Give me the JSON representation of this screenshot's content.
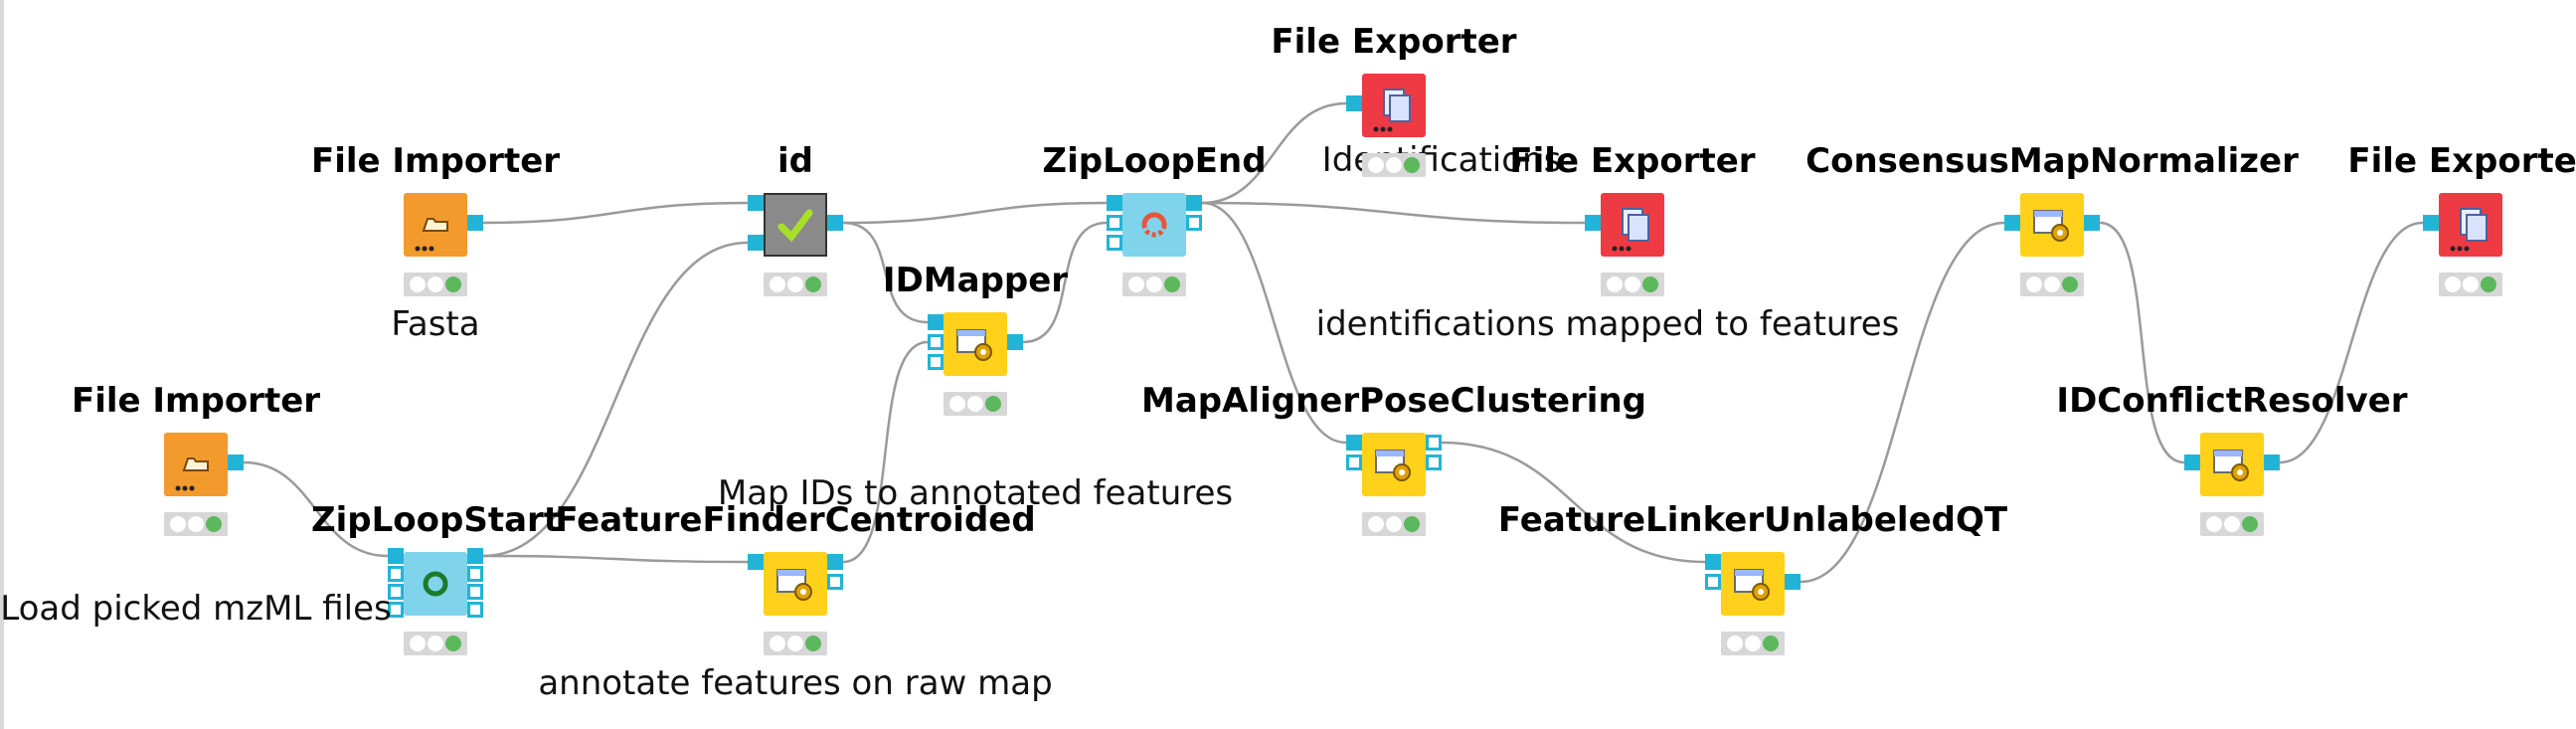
{
  "workflow": {
    "nodes": [
      {
        "id": "fi1",
        "title": "File Importer",
        "annotation": "Fasta",
        "icon": "file-importer-icon",
        "color": "#f39a2d"
      },
      {
        "id": "fi2",
        "title": "File Importer",
        "annotation": "Load picked mzML files",
        "icon": "file-importer-icon",
        "color": "#f39a2d"
      },
      {
        "id": "id",
        "title": "id",
        "annotation": "",
        "icon": "checkmark-icon",
        "color": "#8a8a8a"
      },
      {
        "id": "zle",
        "title": "ZipLoopEnd",
        "annotation": "",
        "icon": "loop-end-icon",
        "color": "#7fd4ec"
      },
      {
        "id": "zls",
        "title": "ZipLoopStart",
        "annotation": "",
        "icon": "loop-start-icon",
        "color": "#7fd4ec"
      },
      {
        "id": "idm",
        "title": "IDMapper",
        "annotation": "Map IDs to annotated features",
        "icon": "gear-window-icon",
        "color": "#ffd11a"
      },
      {
        "id": "ffc",
        "title": "FeatureFinderCentroided",
        "annotation": "annotate features on raw map",
        "icon": "gear-window-icon",
        "color": "#ffd11a"
      },
      {
        "id": "fe1",
        "title": "File Exporter",
        "annotation": "Identifications",
        "icon": "file-exporter-icon",
        "color": "#ee3b43"
      },
      {
        "id": "fe2",
        "title": "File Exporter",
        "annotation": "identifications mapped to features",
        "icon": "file-exporter-icon",
        "color": "#ee3b43"
      },
      {
        "id": "mapc",
        "title": "MapAlignerPoseClustering",
        "annotation": "",
        "icon": "gear-window-icon",
        "color": "#ffd11a"
      },
      {
        "id": "flq",
        "title": "FeatureLinkerUnlabeledQT",
        "annotation": "",
        "icon": "gear-window-icon",
        "color": "#ffd11a"
      },
      {
        "id": "cmn",
        "title": "ConsensusMapNormalizer",
        "annotation": "",
        "icon": "gear-window-icon",
        "color": "#ffd11a"
      },
      {
        "id": "icr",
        "title": "IDConflictResolver",
        "annotation": "",
        "icon": "gear-window-icon",
        "color": "#ffd11a"
      },
      {
        "id": "fe3",
        "title": "File Exporter",
        "annotation": "",
        "icon": "file-exporter-icon",
        "color": "#ee3b43"
      }
    ],
    "colors": {
      "port": "#22b4d6",
      "edge": "#9a9a9a",
      "status_bg": "#d7d7d7",
      "status_green": "#5cb85c"
    }
  }
}
